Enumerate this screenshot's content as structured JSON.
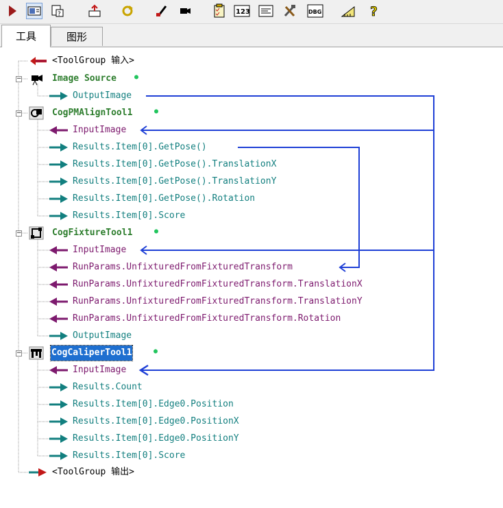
{
  "toolbar": {
    "buttons": [
      {
        "name": "run-icon"
      },
      {
        "name": "show-tool-display-icon"
      },
      {
        "name": "tool-properties-icon"
      },
      {
        "name": "reset-icon"
      },
      {
        "name": "refresh-icon"
      },
      {
        "name": "brush-icon"
      },
      {
        "name": "camera-icon"
      },
      {
        "name": "checklist-icon"
      },
      {
        "name": "numeric-123-icon"
      },
      {
        "name": "text-list-icon"
      },
      {
        "name": "tools-icon"
      },
      {
        "name": "debug-icon"
      },
      {
        "name": "measure-icon"
      },
      {
        "name": "help-icon"
      }
    ],
    "num_label": "123",
    "dbg_label": "DBG",
    "help_label": "?"
  },
  "tabs": [
    {
      "label": "工具",
      "active": true
    },
    {
      "label": "图形",
      "active": false
    }
  ],
  "tree": {
    "nodes": [
      {
        "text": "<ToolGroup 输入>"
      },
      {
        "text": "Image Source"
      },
      {
        "text": "OutputImage"
      },
      {
        "text": "CogPMAlignTool1"
      },
      {
        "text": "InputImage"
      },
      {
        "text": "Results.Item[0].GetPose()"
      },
      {
        "text": "Results.Item[0].GetPose().TranslationX"
      },
      {
        "text": "Results.Item[0].GetPose().TranslationY"
      },
      {
        "text": "Results.Item[0].GetPose().Rotation"
      },
      {
        "text": "Results.Item[0].Score"
      },
      {
        "text": "CogFixtureTool1"
      },
      {
        "text": "InputImage"
      },
      {
        "text": "RunParams.UnfixturedFromFixturedTransform"
      },
      {
        "text": "RunParams.UnfixturedFromFixturedTransform.TranslationX"
      },
      {
        "text": "RunParams.UnfixturedFromFixturedTransform.TranslationY"
      },
      {
        "text": "RunParams.UnfixturedFromFixturedTransform.Rotation"
      },
      {
        "text": "OutputImage"
      },
      {
        "text": "CogCaliperTool1"
      },
      {
        "text": "InputImage"
      },
      {
        "text": "Results.Count"
      },
      {
        "text": "Results.Item[0].Edge0.Position"
      },
      {
        "text": "Results.Item[0].Edge0.PositionX"
      },
      {
        "text": "Results.Item[0].Edge0.PositionY"
      },
      {
        "text": "Results.Item[0].Score"
      },
      {
        "text": "<ToolGroup 输出>"
      }
    ],
    "expander_symbol": "−",
    "status_dot": "●"
  },
  "colors": {
    "output_terminal": "#127f7f",
    "input_terminal": "#7d1a6e",
    "link_line": "#1e3fd6",
    "tool_name": "#2d7d2d",
    "selection": "#1e6fd0",
    "status_dot": "#22c55e",
    "toolgroup_arrow": "#c21818"
  }
}
